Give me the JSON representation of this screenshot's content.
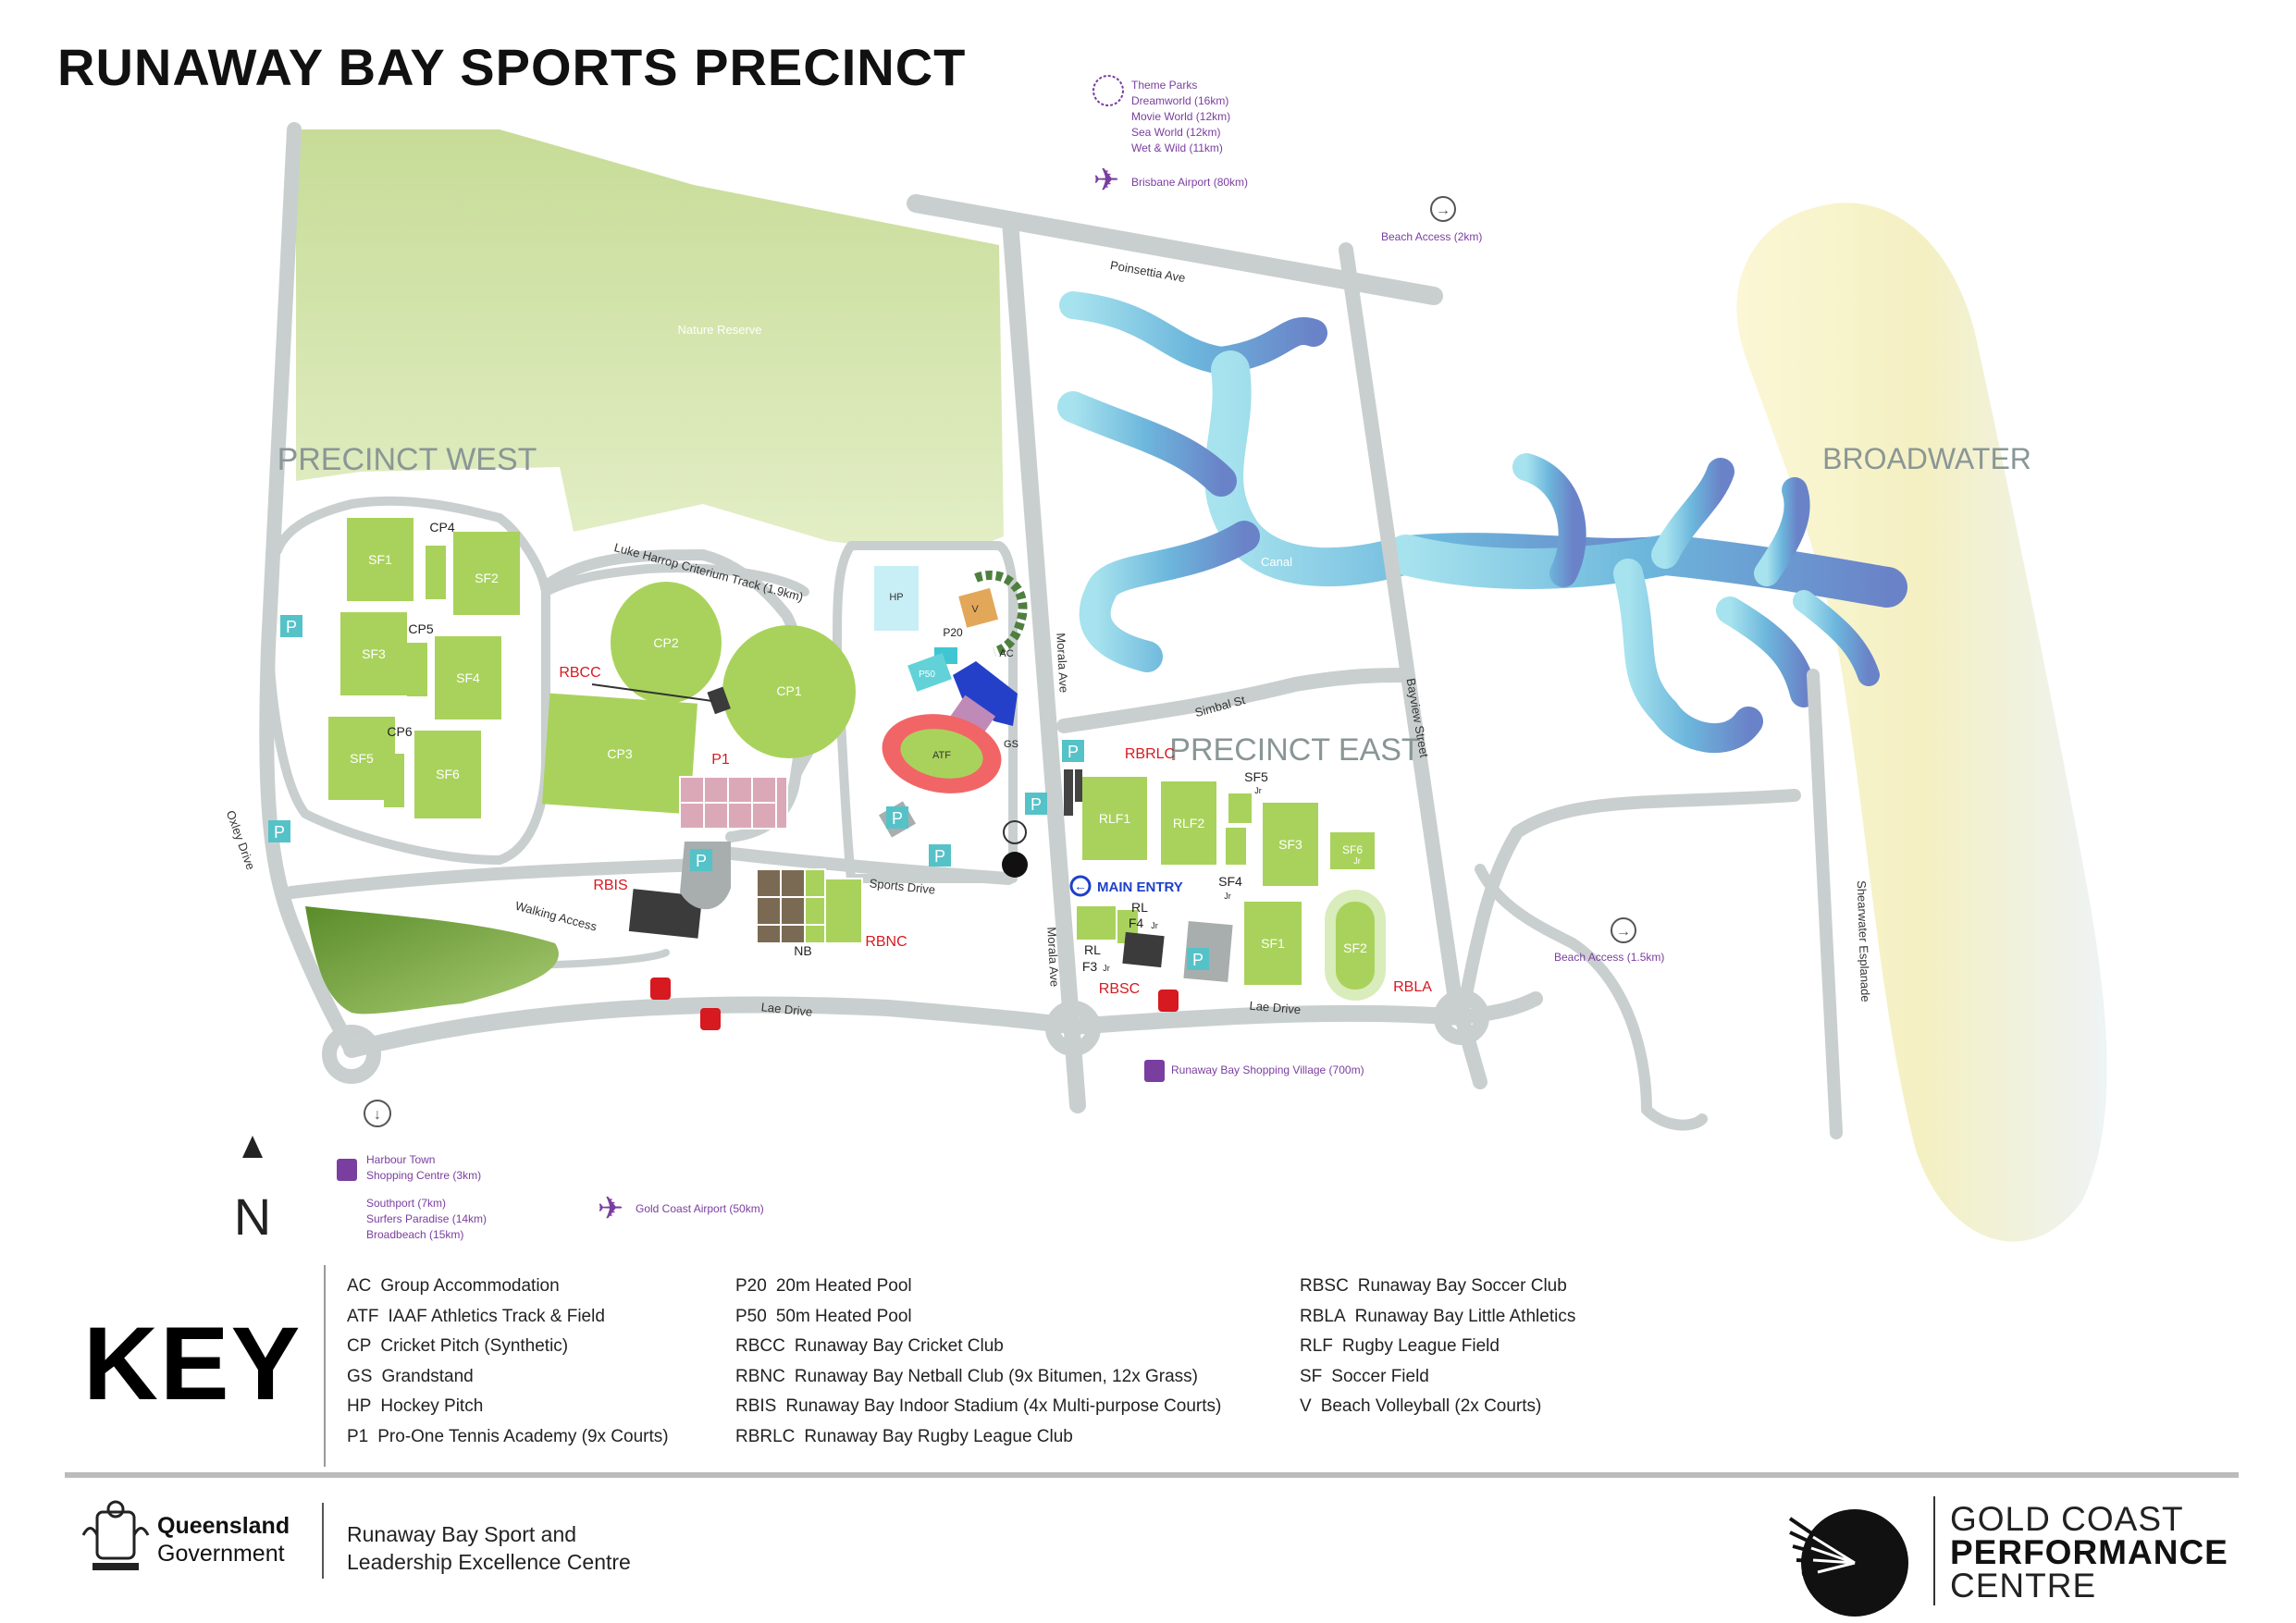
{
  "title": "RUNAWAY BAY SPORTS PRECINCT",
  "colors": {
    "road": "#c9cfcf",
    "field": "#a9d25c",
    "water": "#6fb2d8",
    "purple": "#7a3ea0",
    "red": "#d71920",
    "parking": "#55c2c8",
    "sand": "#f7f3cf"
  },
  "areas": {
    "precinct_west": "PRECINCT WEST",
    "precinct_east": "PRECINCT EAST",
    "broadwater": "BROADWATER",
    "nature_reserve": "Nature Reserve",
    "canal": "Canal"
  },
  "roads": {
    "poinsettia": "Poinsettia Ave",
    "morala_north": "Morala Ave",
    "morala_south": "Morala Ave",
    "simbal": "Simbal St",
    "bayview": "Bayview Street",
    "shearwater": "Shearwater Esplanade",
    "oxley": "Oxley Drive",
    "lae_west": "Lae Drive",
    "lae_east": "Lae Drive",
    "sports_drive": "Sports Drive",
    "walking_access": "Walking Access",
    "criterium": "Luke Harrop Criterium Track (1.9km)"
  },
  "fields": {
    "sf1w": "SF1",
    "sf2w": "SF2",
    "sf3w": "SF3",
    "sf4w": "SF4",
    "sf5w": "SF5",
    "sf6w": "SF6",
    "cp1": "CP1",
    "cp2": "CP2",
    "cp3": "CP3",
    "cp4": "CP4",
    "cp5": "CP5",
    "cp6": "CP6",
    "hp": "HP",
    "v": "V",
    "p20": "P20",
    "p50": "P50",
    "ac": "AC",
    "gs": "GS",
    "atf": "ATF",
    "rlf1": "RLF1",
    "rlf2": "RLF2",
    "sf5e": "SF5",
    "sf3e": "SF3",
    "sf6e": "SF6",
    "sf4e": "SF4",
    "sf1e": "SF1",
    "sf2e": "SF2",
    "nb": "NB",
    "rl_f4": "RL",
    "rl_f4b": "F4",
    "rl_f3": "RL",
    "rl_f3b": "F3",
    "jr": "Jr"
  },
  "clubs": {
    "rbcc": "RBCC",
    "p1": "P1",
    "rbis": "RBIS",
    "rbnc": "RBNC",
    "rbrlc": "RBRLC",
    "rbsc": "RBSC",
    "rbla": "RBLA"
  },
  "main_entry": "MAIN ENTRY",
  "parking_label": "P",
  "destinations": {
    "theme_parks": "Theme Parks",
    "dreamworld": "Dreamworld (16km)",
    "movie_world": "Movie World (12km)",
    "sea_world": "Sea World (12km)",
    "wet_wild": "Wet & Wild (11km)",
    "brisbane_airport": "Brisbane Airport (80km)",
    "beach_access_2": "Beach Access (2km)",
    "beach_access_15": "Beach Access (1.5km)",
    "shopping_village": "Runaway Bay Shopping Village (700m)",
    "harbour_town_1": "Harbour Town",
    "harbour_town_2": "Shopping Centre (3km)",
    "southport": "Southport (7km)",
    "surfers": "Surfers Paradise (14km)",
    "broadbeach": "Broadbeach (15km)",
    "gc_airport": "Gold Coast Airport (50km)"
  },
  "north_label": "N",
  "key_title": "KEY",
  "key": {
    "col1": [
      {
        "code": "AC",
        "desc": "Group Accommodation"
      },
      {
        "code": "ATF",
        "desc": "IAAF Athletics Track & Field"
      },
      {
        "code": "CP",
        "desc": "Cricket Pitch (Synthetic)"
      },
      {
        "code": "GS",
        "desc": "Grandstand"
      },
      {
        "code": "HP",
        "desc": "Hockey Pitch"
      },
      {
        "code": "P1",
        "desc": "Pro-One Tennis Academy (9x Courts)"
      }
    ],
    "col2": [
      {
        "code": "P20",
        "desc": "20m Heated Pool"
      },
      {
        "code": "P50",
        "desc": "50m Heated Pool"
      },
      {
        "code": "RBCC",
        "desc": "Runaway Bay Cricket Club"
      },
      {
        "code": "RBNC",
        "desc": "Runaway Bay Netball Club (9x Bitumen, 12x Grass)"
      },
      {
        "code": "RBIS",
        "desc": "Runaway Bay Indoor Stadium (4x Multi-purpose Courts)"
      },
      {
        "code": "RBRLC",
        "desc": "Runaway Bay Rugby League Club"
      }
    ],
    "col3": [
      {
        "code": "RBSC",
        "desc": "Runaway Bay Soccer Club"
      },
      {
        "code": "RBLA",
        "desc": "Runaway Bay Little Athletics"
      },
      {
        "code": "RLF",
        "desc": "Rugby League Field"
      },
      {
        "code": "SF",
        "desc": "Soccer Field"
      },
      {
        "code": "V",
        "desc": "Beach Volleyball (2x Courts)"
      }
    ]
  },
  "footer": {
    "qld_name": "Queensland",
    "qld_gov": "Government",
    "centre_line1": "Runaway Bay Sport and",
    "centre_line2": "Leadership Excellence Centre",
    "gc_line1": "GOLD COAST",
    "gc_line2": "PERFORMANCE",
    "gc_line3": "CENTRE"
  }
}
